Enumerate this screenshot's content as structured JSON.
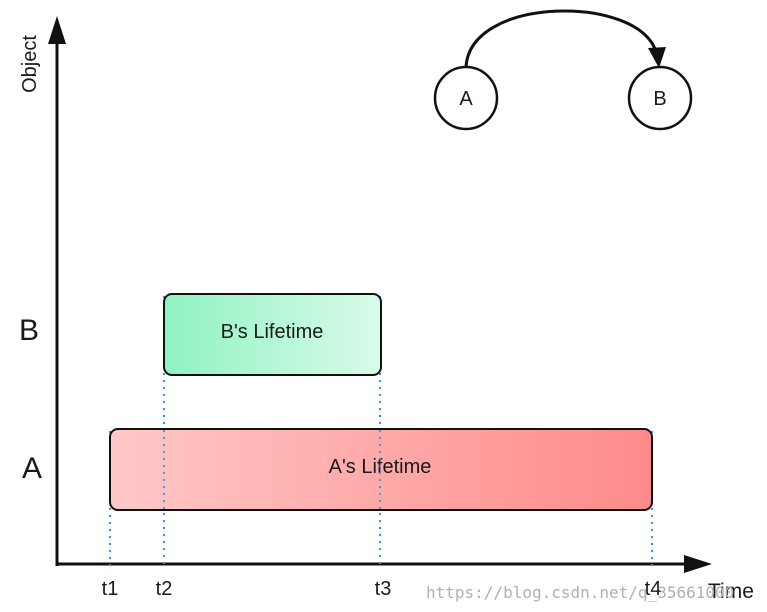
{
  "axes": {
    "y_label": "Object",
    "x_label": "Time",
    "row_labels": [
      "A",
      "B"
    ],
    "time_labels": [
      "t1",
      "t2",
      "t3",
      "t4"
    ]
  },
  "lifetimes": {
    "a_label": "A's Lifetime",
    "b_label": "B's Lifetime"
  },
  "reference": {
    "from_label": "A",
    "to_label": "B"
  },
  "watermark": "https://blog.csdn.net/q_35661000",
  "colors": {
    "a_bar_start": "#ffc8c8",
    "a_bar_end": "#ff8a8a",
    "b_bar_start": "#8ff2c2",
    "b_bar_end": "#d9fbea",
    "guide_line": "#3a8fd6",
    "axis": "#111111"
  }
}
